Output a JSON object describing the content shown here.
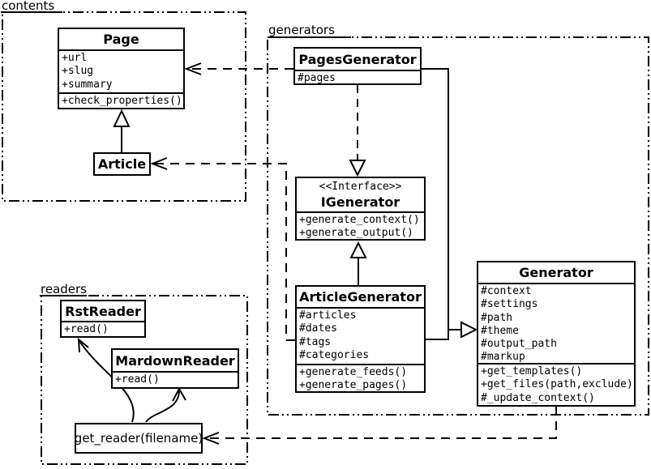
{
  "packages": [
    {
      "label": "contents"
    },
    {
      "label": "generators"
    },
    {
      "label": "readers"
    }
  ],
  "classes": {
    "page": {
      "name": "Page",
      "attributes": [
        "+url",
        "+slug",
        "+summary"
      ],
      "methods": [
        "+check_properties()"
      ]
    },
    "article": {
      "name": "Article"
    },
    "pages_generator": {
      "name": "PagesGenerator",
      "attributes": [
        "#pages"
      ]
    },
    "igenerator": {
      "stereotype": "<<Interface>>",
      "name": "IGenerator",
      "methods": [
        "+generate_context()",
        "+generate_output()"
      ]
    },
    "article_generator": {
      "name": "ArticleGenerator",
      "attributes": [
        "#articles",
        "#dates",
        "#tags",
        "#categories"
      ],
      "methods": [
        "+generate_feeds()",
        "+generate_pages()"
      ]
    },
    "generator": {
      "name": "Generator",
      "attributes": [
        "#context",
        "#settings",
        "#path",
        "#theme",
        "#output_path",
        "#markup"
      ],
      "methods": [
        "+get_templates()",
        "+get_files(path,exclude)",
        "#_update_context()"
      ]
    },
    "rst_reader": {
      "name": "RstReader",
      "methods": [
        "+read()"
      ]
    },
    "mardown_reader": {
      "name": "MardownReader",
      "methods": [
        "+read()"
      ]
    },
    "get_reader": {
      "label": "get_reader(filename)"
    }
  },
  "relationships": [
    {
      "from": "Article",
      "to": "Page",
      "type": "inheritance"
    },
    {
      "from": "PagesGenerator",
      "to": "Page",
      "type": "dashed-dependency"
    },
    {
      "from": "ArticleGenerator",
      "to": "Article",
      "type": "dashed-dependency"
    },
    {
      "from": "PagesGenerator",
      "to": "IGenerator",
      "type": "dashed-realization"
    },
    {
      "from": "ArticleGenerator",
      "to": "IGenerator",
      "type": "inheritance"
    },
    {
      "from": "PagesGenerator",
      "to": "Generator",
      "type": "inheritance"
    },
    {
      "from": "ArticleGenerator",
      "to": "Generator",
      "type": "inheritance"
    },
    {
      "from": "Generator",
      "to": "get_reader(filename)",
      "type": "dashed-dependency"
    },
    {
      "from": "get_reader(filename)",
      "to": "RstReader",
      "type": "curved-arrow"
    },
    {
      "from": "get_reader(filename)",
      "to": "MardownReader",
      "type": "curved-arrow"
    }
  ],
  "colors": {
    "line": "#000000",
    "box_fill": "#ffffff",
    "text": "#000000",
    "background": "#ffffff"
  }
}
